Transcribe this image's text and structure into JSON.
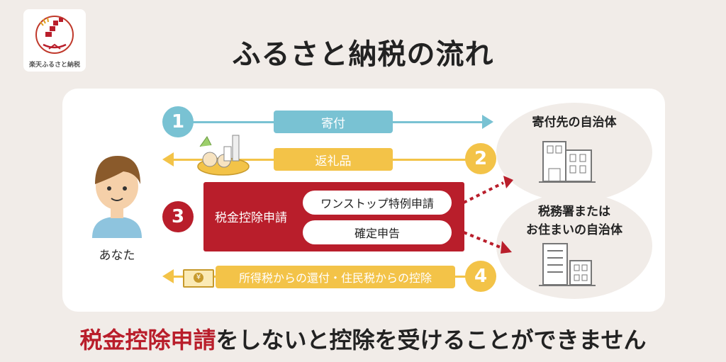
{
  "logo": {
    "text": "楽天ふるさと納税"
  },
  "title": "ふるさと納税の流れ",
  "person": {
    "label": "あなた"
  },
  "entities": {
    "donation_target": "寄付先の自治体",
    "tax_office_line1": "税務署または",
    "tax_office_line2": "お住まいの自治体"
  },
  "steps": [
    {
      "number": "1",
      "label": "寄付"
    },
    {
      "number": "2",
      "label": "返礼品"
    },
    {
      "number": "3",
      "label": "税金控除申請"
    },
    {
      "number": "4",
      "label": "所得税からの還付・住民税からの控除"
    }
  ],
  "step3_options": [
    "ワンストップ特例申請",
    "確定申告"
  ],
  "footer": {
    "highlight": "税金控除申請",
    "rest": "をしないと控除を受けることができません"
  },
  "colors": {
    "blue": "#79c2d3",
    "yellow": "#f3c348",
    "red": "#b91e2b",
    "background": "#f1ece8"
  }
}
